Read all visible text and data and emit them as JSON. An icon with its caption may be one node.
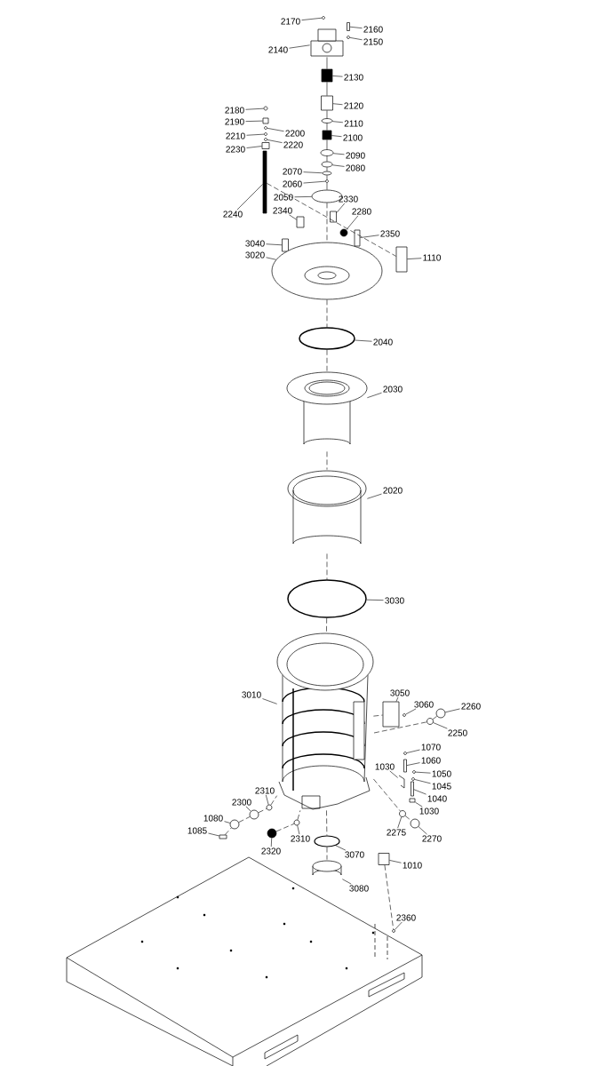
{
  "diagram": {
    "nodes": [
      {
        "text": [
          "2170"
        ]
      },
      {
        "text": [
          "2160"
        ]
      },
      {
        "text": [
          "2150"
        ]
      },
      {
        "text": [
          "2140"
        ]
      },
      {
        "text": [
          "2130"
        ]
      },
      {
        "text": [
          "2120"
        ]
      },
      {
        "text": [
          "2180"
        ]
      },
      {
        "text": [
          "2110"
        ]
      },
      {
        "text": [
          "2190"
        ]
      },
      {
        "text": [
          "2200"
        ]
      },
      {
        "text": [
          "2210"
        ]
      },
      {
        "text": [
          "2100"
        ]
      },
      {
        "text": [
          "2220"
        ]
      },
      {
        "text": [
          "2230"
        ]
      },
      {
        "text": [
          "2090"
        ]
      },
      {
        "text": [
          "2080"
        ]
      },
      {
        "text": [
          "2070"
        ]
      },
      {
        "text": [
          "2060"
        ]
      },
      {
        "text": [
          "2050"
        ]
      },
      {
        "text": [
          "2330"
        ]
      },
      {
        "text": [
          "2340"
        ]
      },
      {
        "text": [
          "2280"
        ]
      },
      {
        "text": [
          "2240"
        ]
      },
      {
        "text": [
          "2350"
        ]
      },
      {
        "text": [
          "3040"
        ]
      },
      {
        "text": [
          "3020"
        ]
      },
      {
        "text": [
          "1110"
        ]
      },
      {
        "text": [
          "2040"
        ]
      },
      {
        "text": [
          "2030"
        ]
      },
      {
        "text": [
          "2020"
        ]
      },
      {
        "text": [
          "3030"
        ]
      },
      {
        "text": [
          "3050"
        ]
      },
      {
        "text": [
          "3010"
        ]
      },
      {
        "text": [
          "3060"
        ]
      },
      {
        "text": [
          "2260"
        ]
      },
      {
        "text": [
          "2250"
        ]
      },
      {
        "text": [
          "1070"
        ]
      },
      {
        "text": [
          "1060"
        ]
      },
      {
        "text": [
          "1030"
        ]
      },
      {
        "text": [
          "1050"
        ]
      },
      {
        "text": [
          "1045"
        ]
      },
      {
        "text": [
          "2310"
        ]
      },
      {
        "text": [
          "1040"
        ]
      },
      {
        "text": [
          "2300"
        ]
      },
      {
        "text": [
          "1030"
        ]
      },
      {
        "text": [
          "1080"
        ]
      },
      {
        "text": [
          "1085"
        ]
      },
      {
        "text": [
          "2275"
        ]
      },
      {
        "text": [
          "2310"
        ]
      },
      {
        "text": [
          "2270"
        ]
      },
      {
        "text": [
          "2320"
        ]
      },
      {
        "text": [
          "3070"
        ]
      },
      {
        "text": [
          "1010"
        ]
      },
      {
        "text": [
          "3080"
        ]
      },
      {
        "text": [
          "2360"
        ]
      },
      {
        "text": [],
        "shape": "circle"
      },
      {
        "text": [],
        "shape": "box"
      },
      {
        "text": [],
        "shape": "circle"
      },
      {
        "text": [],
        "shape": "picture"
      },
      {
        "text": [],
        "shape": "box"
      },
      {
        "text": [],
        "shape": "box"
      },
      {
        "text": [],
        "shape": "circle"
      },
      {
        "text": [],
        "shape": "circle"
      },
      {
        "text": [],
        "shape": "box"
      },
      {
        "text": [],
        "shape": "circle"
      },
      {
        "text": [],
        "shape": "circle"
      },
      {
        "text": [],
        "shape": "box"
      },
      {
        "text": [],
        "shape": "circle"
      },
      {
        "text": [],
        "shape": "box"
      },
      {
        "text": [],
        "shape": "circle"
      },
      {
        "text": [],
        "shape": "circle"
      },
      {
        "text": [],
        "shape": "circle"
      },
      {
        "text": [],
        "shape": "circle"
      },
      {
        "text": [],
        "shape": "circle"
      },
      {
        "text": [],
        "shape": "box"
      },
      {
        "text": [],
        "shape": "box"
      },
      {
        "text": [],
        "shape": "circle"
      },
      {
        "text": [],
        "shape": "box"
      },
      {
        "text": [],
        "shape": "box"
      },
      {
        "text": [],
        "shape": "box"
      },
      {
        "text": [],
        "shape": "picture"
      },
      {
        "text": [],
        "shape": "box"
      },
      {
        "text": [],
        "shape": "circle"
      },
      {
        "text": [],
        "shape": "cylinder"
      },
      {
        "text": [],
        "shape": "cylinder"
      },
      {
        "text": [],
        "shape": "circle"
      },
      {
        "text": [],
        "shape": "box"
      },
      {
        "text": [],
        "shape": "picture"
      },
      {
        "text": [],
        "shape": "circle"
      },
      {
        "text": [],
        "shape": "circle"
      },
      {
        "text": [],
        "shape": "circle"
      },
      {
        "text": [],
        "shape": "circle"
      },
      {
        "text": [],
        "shape": "box"
      },
      {
        "text": [],
        "shape": "picture"
      },
      {
        "text": [],
        "shape": "circle"
      },
      {
        "text": [],
        "shape": "circle"
      },
      {
        "text": [],
        "shape": "circle"
      },
      {
        "text": [],
        "shape": "box"
      },
      {
        "text": [],
        "shape": "circle"
      },
      {
        "text": [],
        "shape": "box"
      },
      {
        "text": [],
        "shape": "circle"
      },
      {
        "text": [],
        "shape": "box"
      },
      {
        "text": [],
        "shape": "circle"
      },
      {
        "text": [],
        "shape": "circle"
      },
      {
        "text": [],
        "shape": "circle"
      },
      {
        "text": [],
        "shape": "circle"
      },
      {
        "text": [],
        "shape": "circle"
      },
      {
        "text": [],
        "shape": "box"
      },
      {
        "text": [],
        "shape": "cylinder"
      },
      {
        "text": [],
        "shape": "circle"
      }
    ],
    "edges": [
      {
        "from": 0,
        "to": 55,
        "arrow": "none"
      },
      {
        "from": 1,
        "to": 56,
        "arrow": "none"
      },
      {
        "from": 2,
        "to": 57,
        "arrow": "none"
      },
      {
        "from": 3,
        "to": 58,
        "arrow": "none"
      },
      {
        "from": 4,
        "to": 59,
        "arrow": "none"
      },
      {
        "from": 5,
        "to": 60,
        "arrow": "none"
      },
      {
        "from": 6,
        "to": 61,
        "arrow": "none"
      },
      {
        "from": 7,
        "to": 62,
        "arrow": "none"
      },
      {
        "from": 8,
        "to": 63,
        "arrow": "none"
      },
      {
        "from": 9,
        "to": 64,
        "arrow": "none"
      },
      {
        "from": 10,
        "to": 65,
        "arrow": "none"
      },
      {
        "from": 11,
        "to": 66,
        "arrow": "none"
      },
      {
        "from": 12,
        "to": 67,
        "arrow": "none"
      },
      {
        "from": 13,
        "to": 68,
        "arrow": "none"
      },
      {
        "from": 14,
        "to": 69,
        "arrow": "none"
      },
      {
        "from": 15,
        "to": 70,
        "arrow": "none"
      },
      {
        "from": 16,
        "to": 71,
        "arrow": "none"
      },
      {
        "from": 17,
        "to": 72,
        "arrow": "none"
      },
      {
        "from": 18,
        "to": 73,
        "arrow": "none"
      },
      {
        "from": 19,
        "to": 74,
        "arrow": "none"
      },
      {
        "from": 20,
        "to": 75,
        "arrow": "none"
      },
      {
        "from": 21,
        "to": 76,
        "arrow": "none"
      },
      {
        "from": 22,
        "to": 77,
        "arrow": "none"
      },
      {
        "from": 23,
        "to": 78,
        "arrow": "none"
      },
      {
        "from": 24,
        "to": 79,
        "arrow": "none"
      },
      {
        "from": 25,
        "to": 80,
        "arrow": "none"
      },
      {
        "from": 26,
        "to": 81,
        "arrow": "none"
      },
      {
        "from": 27,
        "to": 82,
        "arrow": "none"
      },
      {
        "from": 28,
        "to": 83,
        "arrow": "none"
      },
      {
        "from": 29,
        "to": 84,
        "arrow": "none"
      },
      {
        "from": 30,
        "to": 85,
        "arrow": "none"
      },
      {
        "from": 31,
        "to": 86,
        "arrow": "none"
      },
      {
        "from": 32,
        "to": 87,
        "arrow": "none"
      },
      {
        "from": 33,
        "to": 88,
        "arrow": "none"
      },
      {
        "from": 34,
        "to": 89,
        "arrow": "none"
      },
      {
        "from": 35,
        "to": 90,
        "arrow": "none"
      },
      {
        "from": 36,
        "to": 91,
        "arrow": "none"
      },
      {
        "from": 37,
        "to": 92,
        "arrow": "none"
      },
      {
        "from": 38,
        "to": 93,
        "arrow": "none"
      },
      {
        "from": 39,
        "to": 94,
        "arrow": "none"
      },
      {
        "from": 40,
        "to": 95,
        "arrow": "none"
      },
      {
        "from": 41,
        "to": 96,
        "arrow": "none"
      },
      {
        "from": 42,
        "to": 97,
        "arrow": "none"
      },
      {
        "from": 43,
        "to": 98,
        "arrow": "none"
      },
      {
        "from": 44,
        "to": 99,
        "arrow": "none"
      },
      {
        "from": 45,
        "to": 100,
        "arrow": "none"
      },
      {
        "from": 46,
        "to": 101,
        "arrow": "none"
      },
      {
        "from": 47,
        "to": 102,
        "arrow": "none"
      },
      {
        "from": 48,
        "to": 103,
        "arrow": "none"
      },
      {
        "from": 49,
        "to": 104,
        "arrow": "none"
      },
      {
        "from": 50,
        "to": 105,
        "arrow": "none"
      },
      {
        "from": 51,
        "to": 106,
        "arrow": "none"
      },
      {
        "from": 52,
        "to": 107,
        "arrow": "none"
      },
      {
        "from": 53,
        "to": 108,
        "arrow": "none"
      },
      {
        "from": 54,
        "to": 109,
        "arrow": "none"
      },
      {
        "from": 58,
        "to": 59,
        "arrow": "none"
      },
      {
        "from": 59,
        "to": 60,
        "arrow": "none"
      },
      {
        "from": 60,
        "to": 62,
        "arrow": "none"
      },
      {
        "from": 62,
        "to": 66,
        "arrow": "none"
      },
      {
        "from": 66,
        "to": 69,
        "arrow": "none"
      },
      {
        "from": 69,
        "to": 70,
        "arrow": "none"
      },
      {
        "from": 70,
        "to": 71,
        "arrow": "none"
      },
      {
        "from": 71,
        "to": 72,
        "arrow": "none"
      },
      {
        "from": 72,
        "to": 73,
        "arrow": "none"
      },
      {
        "from": 73,
        "to": 80,
        "arrow": "none",
        "style": "dashed"
      },
      {
        "from": 80,
        "to": 82,
        "arrow": "none",
        "style": "dashed"
      },
      {
        "from": 82,
        "to": 83,
        "arrow": "none",
        "style": "dashed"
      },
      {
        "from": 83,
        "to": 84,
        "arrow": "none",
        "style": "dashed"
      },
      {
        "from": 84,
        "to": 85,
        "arrow": "none",
        "style": "dashed"
      },
      {
        "from": 85,
        "to": 87,
        "arrow": "none",
        "style": "dashed"
      },
      {
        "from": 87,
        "to": 106,
        "arrow": "none",
        "style": "dashed"
      },
      {
        "from": 106,
        "to": 108,
        "arrow": "none",
        "style": "dashed"
      },
      {
        "from": 77,
        "to": 81,
        "arrow": "none",
        "style": "dashed"
      },
      {
        "from": 107,
        "to": 109,
        "arrow": "none",
        "style": "dashed"
      },
      {
        "from": 101,
        "to": 100,
        "arrow": "none",
        "style": "dashed"
      },
      {
        "from": 100,
        "to": 98,
        "arrow": "none",
        "style": "dashed"
      },
      {
        "from": 98,
        "to": 96,
        "arrow": "none",
        "style": "dashed"
      },
      {
        "from": 96,
        "to": 87,
        "arrow": "none",
        "style": "dashed"
      },
      {
        "from": 105,
        "to": 103,
        "arrow": "none",
        "style": "dashed"
      },
      {
        "from": 103,
        "to": 87,
        "arrow": "none",
        "style": "dashed"
      },
      {
        "from": 87,
        "to": 90,
        "arrow": "none",
        "style": "dashed"
      },
      {
        "from": 90,
        "to": 89,
        "arrow": "none",
        "style": "dashed"
      },
      {
        "from": 87,
        "to": 86,
        "arrow": "none",
        "style": "dashed"
      },
      {
        "from": 87,
        "to": 102,
        "arrow": "none",
        "style": "dashed"
      },
      {
        "from": 102,
        "to": 104,
        "arrow": "none",
        "style": "dashed"
      }
    ]
  }
}
